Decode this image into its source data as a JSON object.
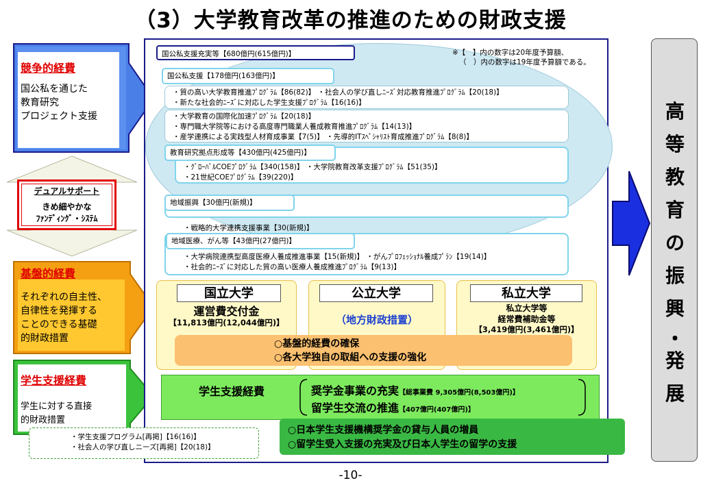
{
  "title": "（3）大学教育改革の推進のための財政支援",
  "page_number": "-10-",
  "left": {
    "kyoso": {
      "title": "競争的経費",
      "lines": [
        "国公私を通じた",
        "教育研究",
        "プロジェクト支援"
      ]
    },
    "dual": {
      "title": "デュアルサポート",
      "lines": [
        "きめ細やかな",
        "ﾌｧﾝﾃﾞｨﾝｸﾞ・ｼｽﾃﾑ"
      ]
    },
    "kiban": {
      "title": "基盤的経費",
      "lines": [
        "それぞれの自主性、",
        "自律性を発揮する",
        "ことのできる基礎",
        "的財政措置"
      ]
    },
    "gakusei": {
      "title": "学生支援経費",
      "lines": [
        "学生に対する直接",
        "的財政措置"
      ]
    }
  },
  "note": [
    "※【　】内の数字は20年度予算額、",
    "（　）内の数字は19年度予算額である。"
  ],
  "boxes": {
    "top": "国公私支援充実等【680億円(615億円)】",
    "kokkoshi": "国公私支援【178億円(163億円)】",
    "kyoiku": "教育研究拠点形成等【430億円(425億円)】",
    "chiiki": "地域振興【30億円(新規)】",
    "iryo": "地域医療、がん等【43億円(27億円)】"
  },
  "items": {
    "k1": "・質の高い大学教育推進ﾌﾟﾛｸﾞﾗﾑ【86(82)】 ・社会人の学び直しﾆｰｽﾞ対応教育推進ﾌﾟﾛｸﾞﾗﾑ【20(18)】",
    "k2": "・新たな社会的ﾆｰｽﾞに対応した学生支援ﾌﾟﾛｸﾞﾗﾑ【16(16)】",
    "k3": "・大学教育の国際化加速ﾌﾟﾛｸﾞﾗﾑ【20(18)】",
    "k4": "・専門職大学院等における高度専門職業人養成教育推進ﾌﾟﾛｸﾞﾗﾑ【14(13)】",
    "k5": "・産学連携による実践型人材育成事業【7(5)】 ・先導的ITｽﾍﾟｼｬﾘｽﾄ育成推進ﾌﾟﾛｸﾞﾗﾑ【8(8)】",
    "e1": "・ｸﾞﾛｰﾊﾞﾙCOEﾌﾟﾛｸﾞﾗﾑ【340(158)】 ・大学院教育改革支援ﾌﾟﾛｸﾞﾗﾑ【51(35)】",
    "e2": "・21世紀COEﾌﾟﾛｸﾞﾗﾑ【39(220)】",
    "c1": "・戦略的大学連携支援事業【30(新規)】",
    "i1": "・大学病院連携型高度医療人養成推進事業【15(新規)】 ・がんﾌﾟﾛﾌｪｯｼｮﾅﾙ養成ﾌﾟﾗﾝ【19(14)】",
    "i2": "・社会的ﾆｰｽﾞに対応した質の高い医療人養成推進ﾌﾟﾛｸﾞﾗﾑ【9(13)】"
  },
  "univ": {
    "kokuritsu": {
      "label": "国立大学",
      "sub": "運営費交付金",
      "amount": "【11,813億円(12,044億円)】"
    },
    "koritsu": {
      "label": "公立大学",
      "sub": "（地方財政措置）"
    },
    "shiritsu": {
      "label": "私立大学",
      "sub1": "私立大学等",
      "sub2": "経常費補助金等",
      "amount": "【3,419億円(3,461億円)】"
    }
  },
  "orange": [
    "○基盤的経費の確保",
    "○各大学独自の取組への支援の強化"
  ],
  "student": {
    "label": "学生支援経費",
    "l1": "奨学金事業の充実",
    "l1_amount": "【総事業費 9,305億円(8,503億円)】",
    "l2": "留学生交流の推進",
    "l2_amount": "【407億円(407億円)】",
    "green": [
      "○日本学生支援機構奨学金の貸与人員の増員",
      "○留学生受入支援の充実及び日本人学生の留学の支援"
    ],
    "left_note": [
      "・学生支援プログラム[再掲]【16(16)】",
      "・社会人の学び直しニーズ[再掲]【20(18)】"
    ]
  },
  "right_text": [
    "高",
    "等",
    "教",
    "育",
    "の",
    "振",
    "興",
    "・",
    "発",
    "展"
  ],
  "colors": {
    "red": "#e00000",
    "blue_arrow": "#3d6fe0",
    "orange_arrow": "#f4a012",
    "green_arrow": "#3cc33c",
    "navy": "#1a1a8a"
  }
}
